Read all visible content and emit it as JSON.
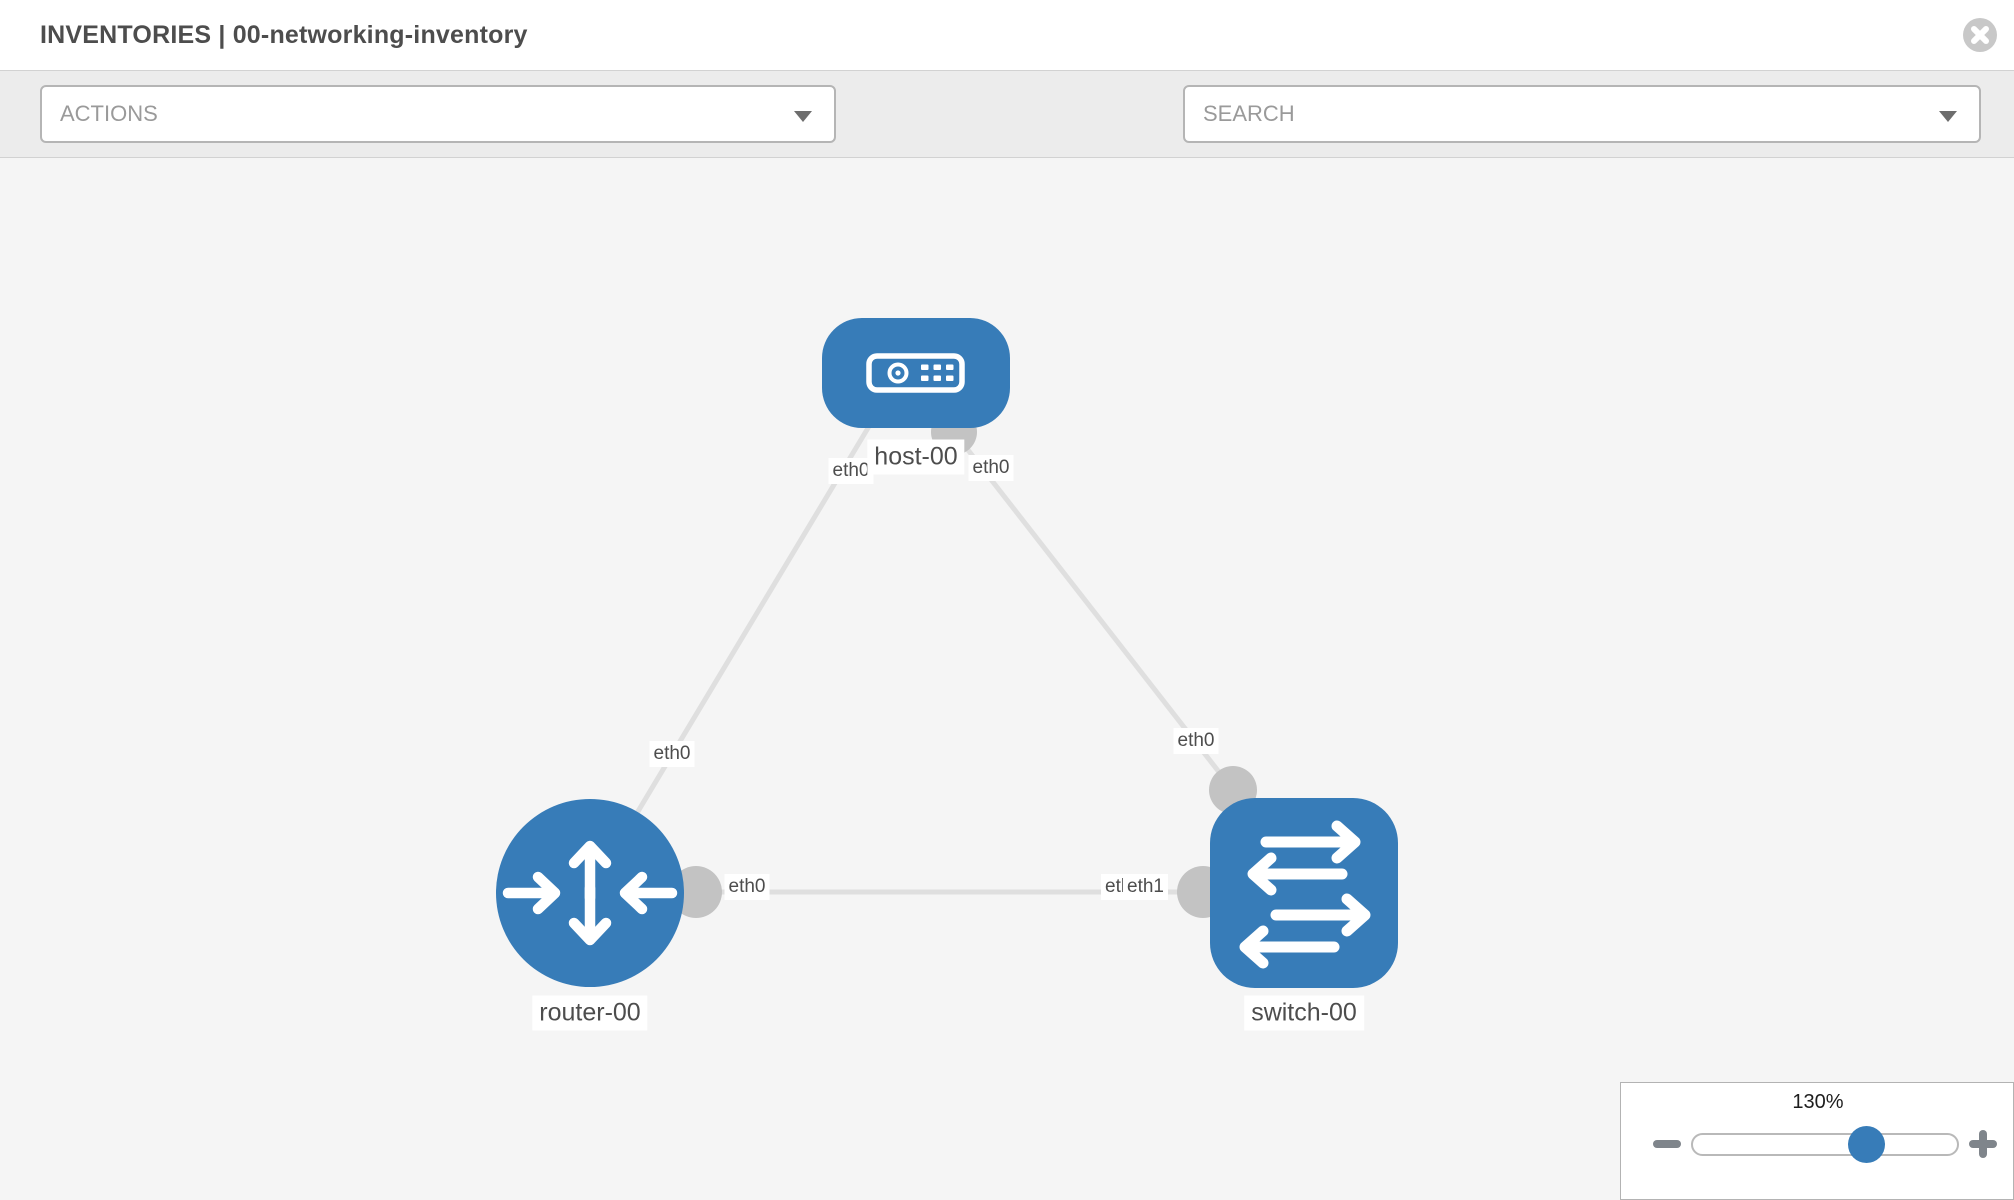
{
  "header": {
    "title": "INVENTORIES | 00-networking-inventory"
  },
  "toolbar": {
    "actions_label": "ACTIONS",
    "search_placeholder": "SEARCH",
    "tools": [
      {
        "icon": "wrench"
      },
      {
        "icon": "key"
      }
    ]
  },
  "graph": {
    "nodes": [
      {
        "id": "host-00",
        "type": "host",
        "label": "host-00"
      },
      {
        "id": "router-00",
        "type": "router",
        "label": "router-00"
      },
      {
        "id": "switch-00",
        "type": "switch",
        "label": "switch-00"
      }
    ],
    "links": [
      {
        "from": "host-00",
        "to": "router-00",
        "from_interface": "eth0",
        "to_interface": "eth0"
      },
      {
        "from": "host-00",
        "to": "switch-00",
        "from_interface": "eth0",
        "to_interface": "eth0"
      },
      {
        "from": "router-00",
        "to": "switch-00",
        "from_interface": "eth0",
        "to_interface": "eth1"
      }
    ],
    "interface_labels": [
      "eth0",
      "eth0",
      "eth0",
      "eth0",
      "eth0",
      "eth0",
      "eth1"
    ]
  },
  "zoom_control": {
    "level": "130%"
  },
  "colors": {
    "node_blue": "#377cb8",
    "connector_gray": "#c3c3c3",
    "link_gray": "#dfdfdf",
    "toolbar_bg": "#ececec"
  }
}
